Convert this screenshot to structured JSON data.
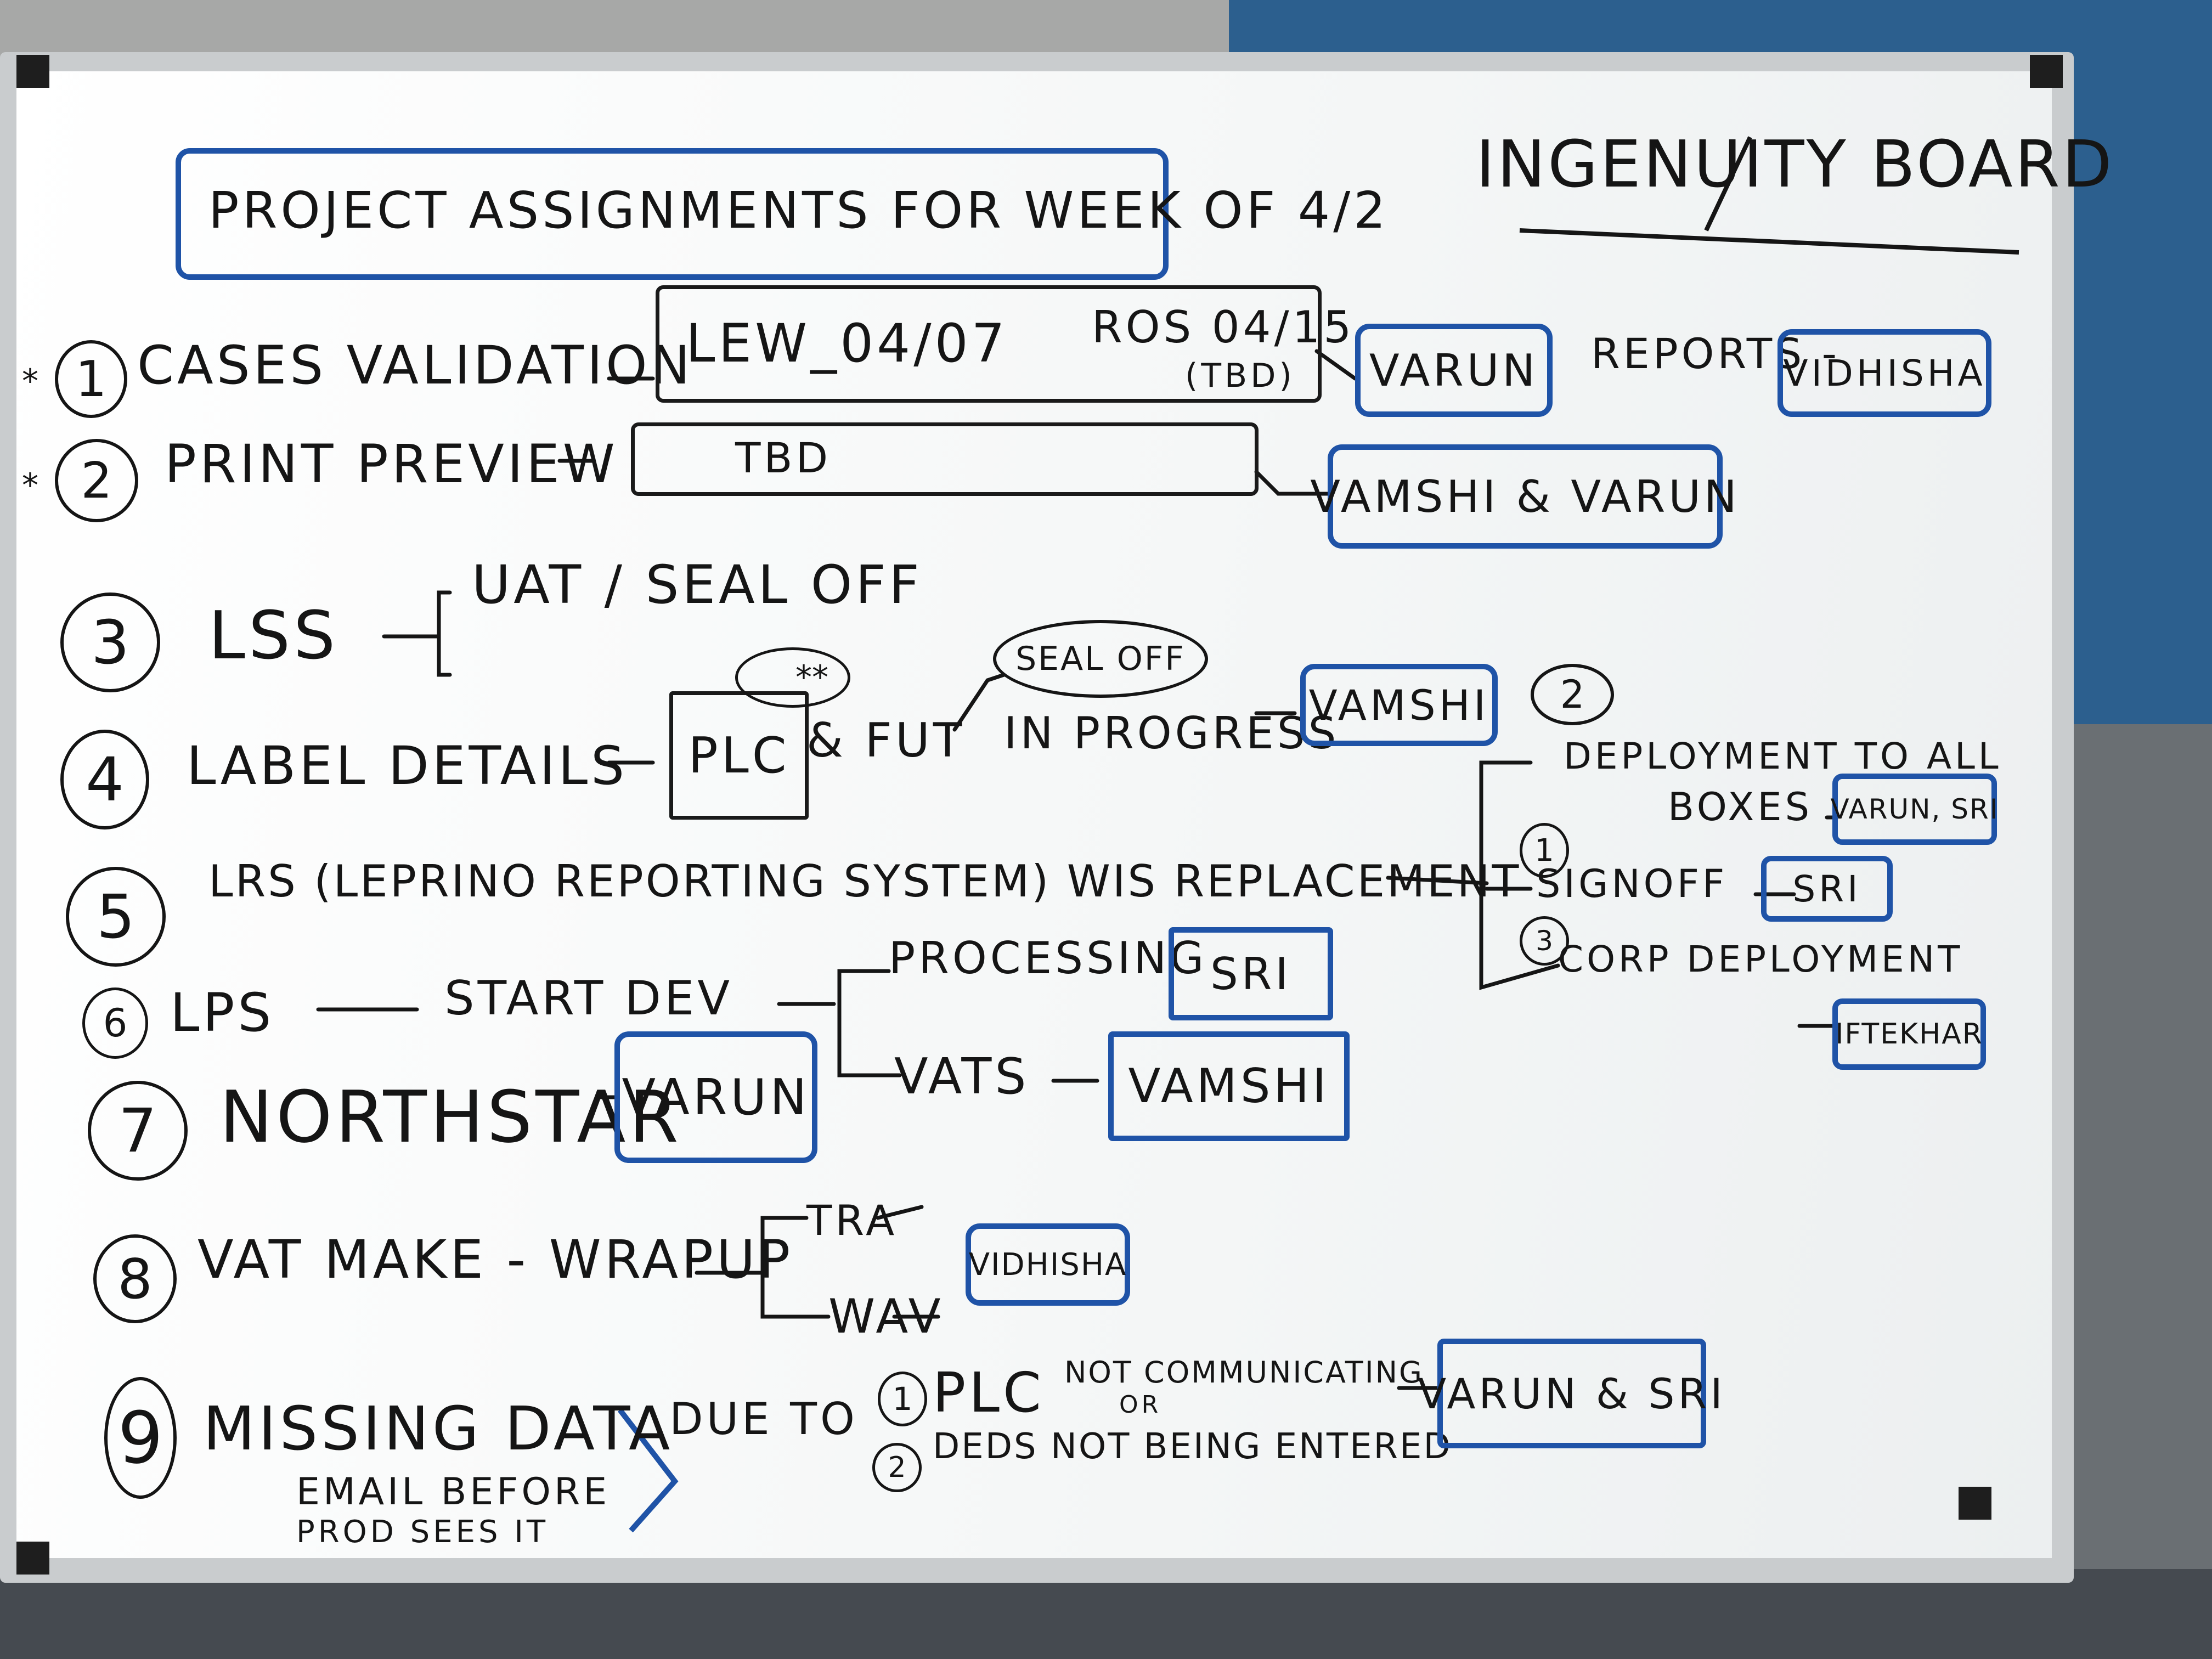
{
  "board": {
    "title": "INGENUITY BOARD",
    "heading": "PROJECT ASSIGNMENTS FOR WEEK OF 4/2"
  },
  "items": [
    {
      "num": "1",
      "prefix": "*",
      "label": "CASES VALIDATION",
      "detail_a": "LEW_04/07",
      "detail_b": "ROS 04/15",
      "detail_c": "(TBD)",
      "owner": "VARUN",
      "extra_label": "REPORTS -",
      "extra_owner": "VIDHISHA"
    },
    {
      "num": "2",
      "prefix": "*",
      "label": "PRINT PREVIEW",
      "detail": "TBD",
      "owner": "VAMSHI & VARUN"
    },
    {
      "num": "3",
      "label": "LSS",
      "detail": "UAT / SEAL OFF"
    },
    {
      "num": "4",
      "label": "LABEL DETAILS",
      "box": "PLC",
      "stars": "**",
      "after": "& FUT",
      "seal": "SEAL OFF",
      "status": "IN PROGRESS",
      "owner": "VAMSHI",
      "circled": "2"
    },
    {
      "num": "5",
      "label": "LRS (LEPRINO REPORTING SYSTEM) WIS REPLACEMENT"
    },
    {
      "num": "6",
      "label": "LPS",
      "detail": "START DEV",
      "sub": [
        {
          "label": "PROCESSING",
          "owner": "SRI"
        },
        {
          "label": "VATS",
          "owner": "VAMSHI"
        }
      ]
    },
    {
      "num": "7",
      "label": "NORTHSTAR",
      "owner": "VARUN"
    },
    {
      "num": "8",
      "label": "VAT MAKE - WRAPUP",
      "sub": [
        "TRA",
        "WAV"
      ],
      "owner": "VIDHISHA"
    },
    {
      "num": "9",
      "label": "MISSING DATA",
      "note_a": "EMAIL BEFORE",
      "note_b": "PROD SEES IT",
      "due": "DUE TO",
      "reason_1": "PLC NOT COMMUNICATING",
      "or": "OR",
      "reason_2": "DEDS NOT BEING ENTERED",
      "reason_1_num": "1",
      "reason_2_num": "2",
      "owner": "VARUN & SRI"
    }
  ],
  "lrs_steps": [
    {
      "num": "",
      "label": "DEPLOYMENT TO ALL",
      "label_b": "BOXES",
      "owner": "VARUN, SRI"
    },
    {
      "num": "1",
      "label": "SIGNOFF",
      "owner": "SRI"
    },
    {
      "num": "3",
      "label": "CORP DEPLOYMENT",
      "owner": "IFTEKHAR"
    }
  ],
  "colors": {
    "marker_blue": "#1f53a7",
    "marker_black": "#151515",
    "board": "#ffffff",
    "wall_blue": "#2c5f8e"
  }
}
